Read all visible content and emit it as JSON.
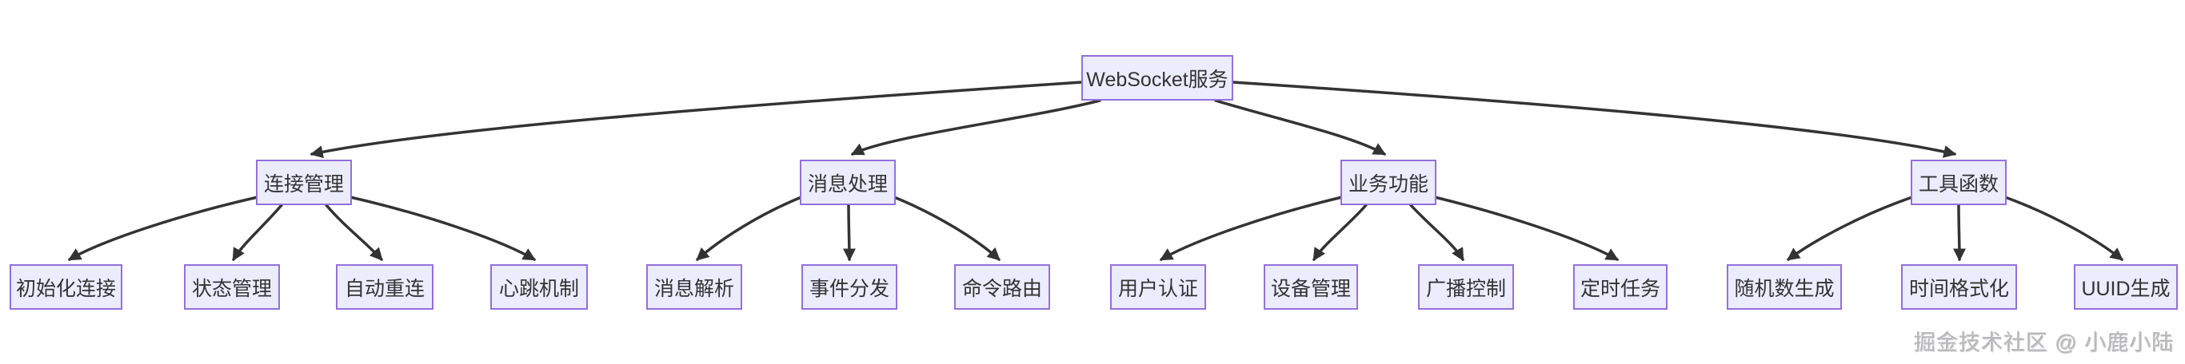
{
  "diagram": {
    "root": {
      "label": "WebSocket服务"
    },
    "branches": [
      {
        "label": "连接管理",
        "children": [
          {
            "label": "初始化连接"
          },
          {
            "label": "状态管理"
          },
          {
            "label": "自动重连"
          },
          {
            "label": "心跳机制"
          }
        ]
      },
      {
        "label": "消息处理",
        "children": [
          {
            "label": "消息解析"
          },
          {
            "label": "事件分发"
          },
          {
            "label": "命令路由"
          }
        ]
      },
      {
        "label": "业务功能",
        "children": [
          {
            "label": "用户认证"
          },
          {
            "label": "设备管理"
          },
          {
            "label": "广播控制"
          },
          {
            "label": "定时任务"
          }
        ]
      },
      {
        "label": "工具函数",
        "children": [
          {
            "label": "随机数生成"
          },
          {
            "label": "时间格式化"
          },
          {
            "label": "UUID生成"
          }
        ]
      }
    ],
    "colors": {
      "node_fill": "#ECECFF",
      "node_border": "#9370DB",
      "edge": "#333333",
      "text": "#333333"
    }
  },
  "watermark": {
    "text": "掘金技术社区 @ 小鹿小陆"
  }
}
